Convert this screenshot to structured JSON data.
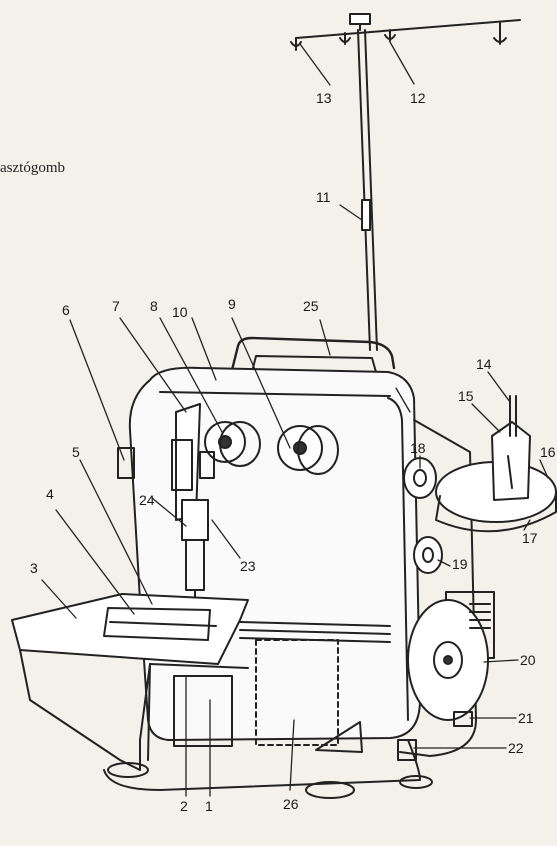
{
  "cropped_text": "asztógomb",
  "callouts": [
    {
      "id": "n1",
      "text": "1"
    },
    {
      "id": "n2",
      "text": "2"
    },
    {
      "id": "n3",
      "text": "3"
    },
    {
      "id": "n4",
      "text": "4"
    },
    {
      "id": "n5",
      "text": "5"
    },
    {
      "id": "n6",
      "text": "6"
    },
    {
      "id": "n7",
      "text": "7"
    },
    {
      "id": "n8",
      "text": "8"
    },
    {
      "id": "n9",
      "text": "9"
    },
    {
      "id": "n10",
      "text": "10"
    },
    {
      "id": "n11",
      "text": "11"
    },
    {
      "id": "n12",
      "text": "12"
    },
    {
      "id": "n13",
      "text": "13"
    },
    {
      "id": "n14",
      "text": "14"
    },
    {
      "id": "n15",
      "text": "15"
    },
    {
      "id": "n16",
      "text": "16"
    },
    {
      "id": "n17",
      "text": "17"
    },
    {
      "id": "n18",
      "text": "18"
    },
    {
      "id": "n19",
      "text": "19"
    },
    {
      "id": "n20",
      "text": "20"
    },
    {
      "id": "n21",
      "text": "21"
    },
    {
      "id": "n22",
      "text": "22"
    },
    {
      "id": "n23",
      "text": "23"
    },
    {
      "id": "n24",
      "text": "24"
    },
    {
      "id": "n25",
      "text": "25"
    },
    {
      "id": "n26",
      "text": "26"
    }
  ]
}
